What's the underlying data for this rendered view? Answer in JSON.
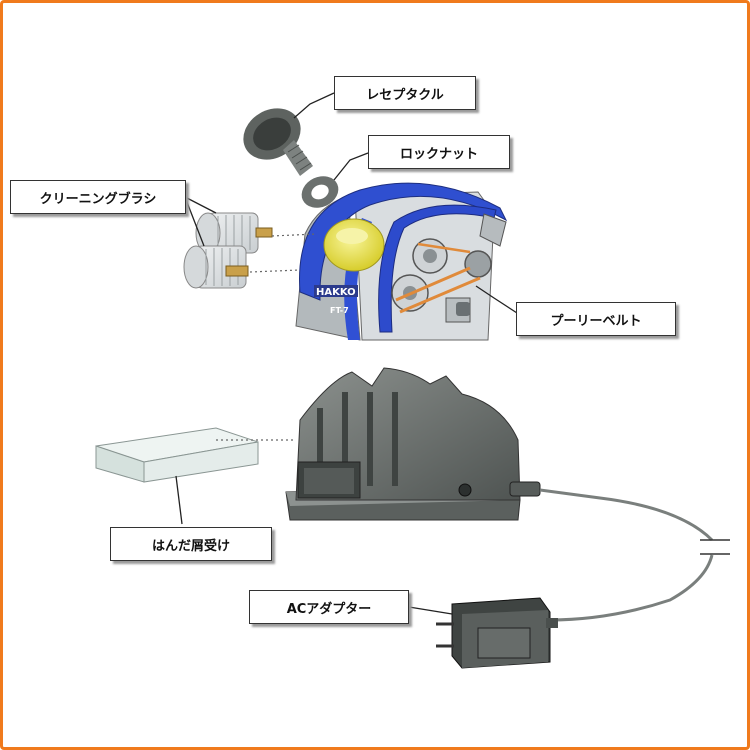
{
  "labels": {
    "receptacle": "レセプタクル",
    "lock_nut": "ロックナット",
    "cleaning_brush": "クリーニングブラシ",
    "pulley_belt": "プーリーベルト",
    "solder_tray": "はんだ屑受け",
    "ac_adapter": "ACアダプター"
  },
  "brand": {
    "logo": "HAKKO",
    "model": "FT-7"
  },
  "colors": {
    "frame": "#f07a1c",
    "blue_cover": "#2f4fd0",
    "yellow_knob": "#e9e04a",
    "body_gray": "#6e7370"
  }
}
